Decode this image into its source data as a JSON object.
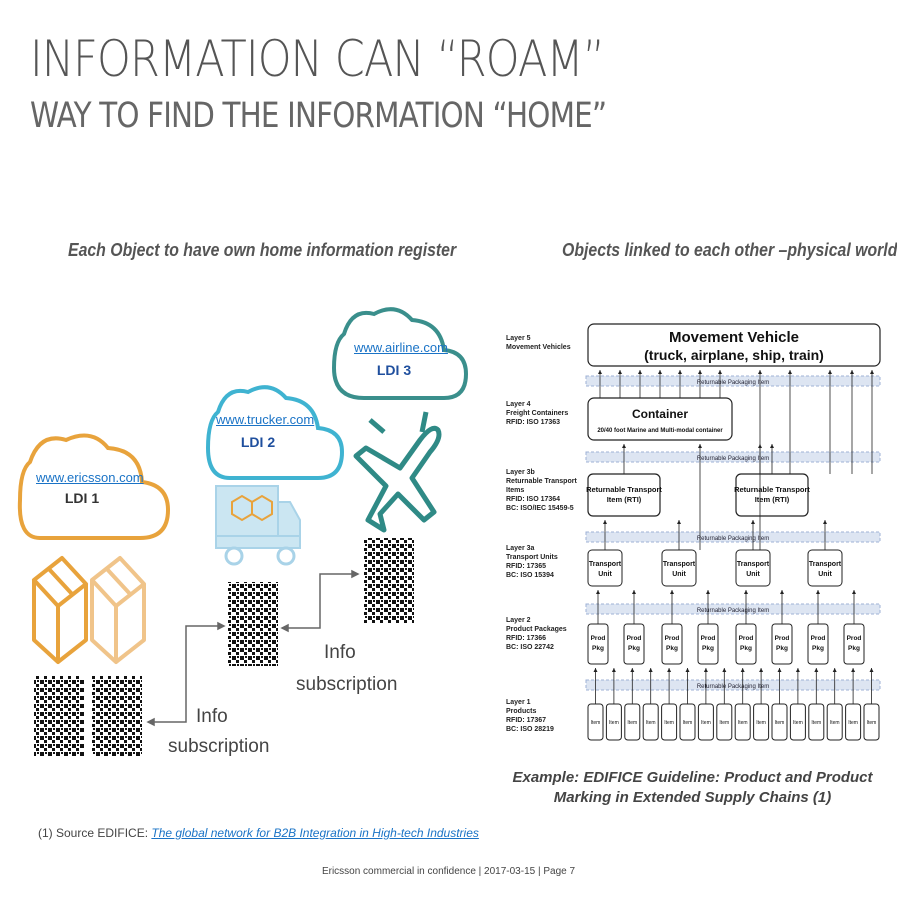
{
  "title": "INFORMATION CAN “ROAM”",
  "subtitle": "WAY TO FIND THE INFORMATION “HOME”",
  "left_heading": "Each Object to have own home information register",
  "right_heading": "Objects linked to each other –physical world",
  "clouds": [
    {
      "url": "www.ericsson.com",
      "ldi": "LDI 1",
      "color": "#e8a33c"
    },
    {
      "url": "www.trucker.com",
      "ldi": "LDI 2",
      "color": "#3fb3d1"
    },
    {
      "url": "www.airline.com",
      "ldi": "LDI 3",
      "color": "#3a8f8c"
    }
  ],
  "info_sub_1": [
    "Info",
    "subscription"
  ],
  "info_sub_2": [
    "Info",
    "subscription"
  ],
  "diagram": {
    "layers": [
      {
        "name": "Layer 5",
        "lines": [
          "Movement Vehicles"
        ]
      },
      {
        "name": "Layer 4",
        "lines": [
          "Freight Containers",
          "RFID: ISO 17363"
        ]
      },
      {
        "name": "Layer 3b",
        "lines": [
          "Returnable Transport",
          "Items",
          "RFID: ISO 17364",
          "BC: ISO/IEC 15459-5"
        ]
      },
      {
        "name": "Layer 3a",
        "lines": [
          "Transport Units",
          "RFID: 17365",
          "BC: ISO 15394"
        ]
      },
      {
        "name": "Layer 2",
        "lines": [
          "Product Packages",
          "RFID: 17366",
          "BC: ISO 22742"
        ]
      },
      {
        "name": "Layer 1",
        "lines": [
          "Products",
          "RFID: 17367",
          "BC: ISO 28219"
        ]
      }
    ],
    "vehicle_title": "Movement Vehicle",
    "vehicle_sub": "(truck, airplane, ship, train)",
    "container_title": "Container",
    "container_sub": "20/40 foot Marine and Multi-modal container",
    "rti_label": [
      "Returnable Transport",
      "Item (RTI)"
    ],
    "tu_label": [
      "Transport",
      "Unit"
    ],
    "pkg_label": [
      "Prod",
      "Pkg"
    ],
    "item_label": "Item",
    "band_label": "Returnable Packaging Item"
  },
  "caption": "Example: EDIFICE Guideline: Product and Product Marking in Extended Supply Chains (1)",
  "footnote_prefix": "(1) Source EDIFICE: ",
  "footnote_link": "The global network for B2B Integration in High-tech Industries",
  "footer": "Ericsson commercial in confidence | 2017-03-15 | Page 7"
}
